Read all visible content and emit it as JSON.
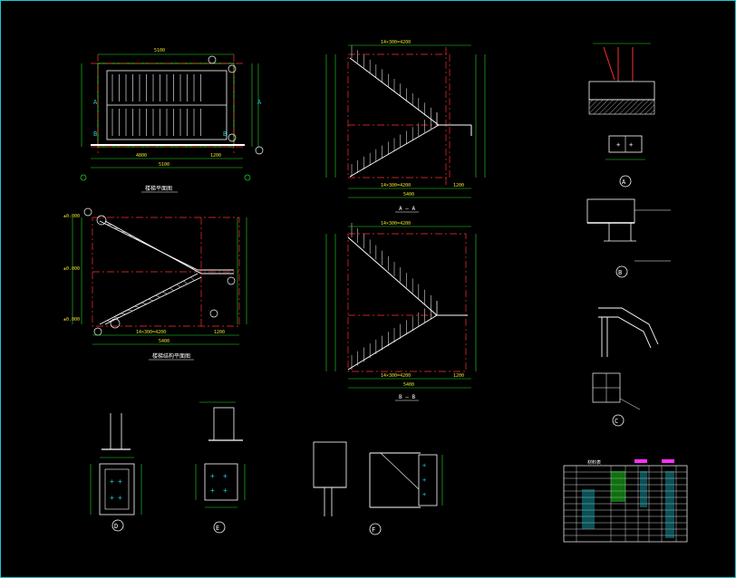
{
  "window": {
    "title": "Steel staircase CAD drawing sheet"
  },
  "views": {
    "plan_top": {
      "caption": "楼梯平面图",
      "dims": [
        "5100",
        "4800",
        "1200"
      ]
    },
    "plan_bottom": {
      "caption": "楼梯结构平面图",
      "dims": [
        "5400",
        "14×300=4200",
        "1200"
      ]
    },
    "section_a": {
      "caption": "A — A",
      "dims": [
        "5400",
        "14×300=4200",
        "1200"
      ]
    },
    "section_b": {
      "caption": "B — B",
      "dims": [
        "5400",
        "14×300=4200",
        "1200"
      ]
    },
    "detail_a": {
      "caption": "A"
    },
    "detail_b": {
      "caption": "B"
    },
    "detail_c": {
      "caption": "C"
    },
    "detail_d": {
      "caption": "D"
    },
    "detail_e": {
      "caption": "E"
    },
    "detail_f": {
      "caption": "F"
    }
  },
  "table": {
    "title": "材料表"
  },
  "colors": {
    "frame": "#1fc8d8",
    "line": "#ffffff",
    "red": "#ff3030",
    "green": "#22dd22",
    "yellow": "#e8e030",
    "cyan": "#1fc8d8",
    "magenta": "#ff30ff"
  }
}
